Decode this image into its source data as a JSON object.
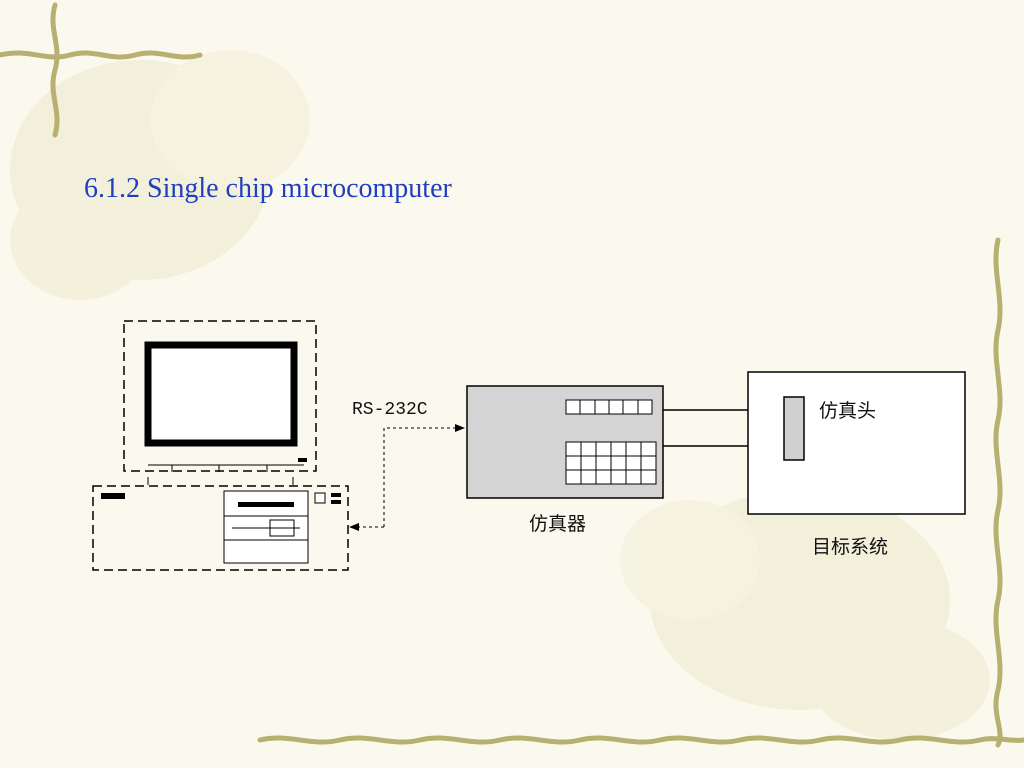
{
  "slide": {
    "title": "6.1.2 Single chip microcomputer"
  },
  "diagram": {
    "link_label": "RS-232C",
    "emulator_label": "仿真器",
    "probe_label": "仿真头",
    "target_label": "目标系统"
  },
  "colors": {
    "title": "#1f3fbf",
    "emulator_fill": "#d4d4d4",
    "probe_fill": "#d0d0d0",
    "background": "#fbf9ee",
    "vine": "#b7b070"
  }
}
